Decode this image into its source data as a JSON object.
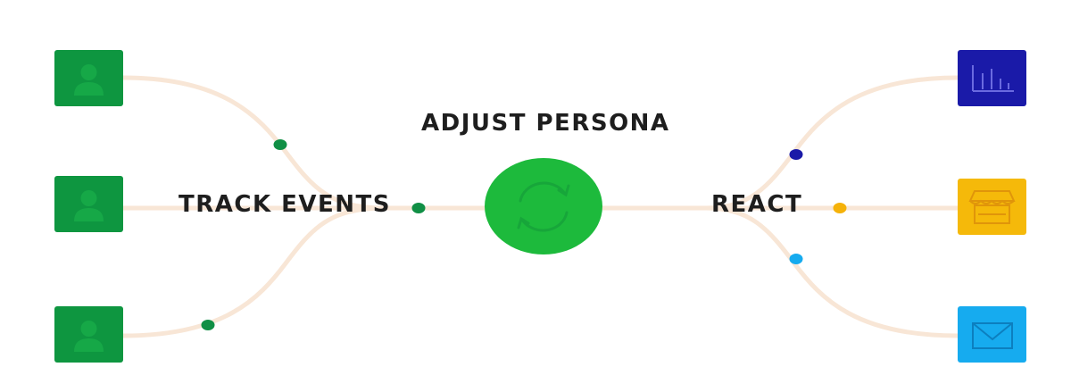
{
  "labels": {
    "track_events": "TRACK EVENTS",
    "adjust_persona": "ADJUST PERSONA",
    "react": "REACT"
  },
  "inputs": [
    {
      "icon": "user-icon",
      "color": "#0e9640"
    },
    {
      "icon": "user-icon",
      "color": "#0e9640"
    },
    {
      "icon": "user-icon",
      "color": "#0e9640"
    }
  ],
  "center": {
    "icon": "refresh-icon",
    "color": "#1dba3c"
  },
  "outputs": [
    {
      "icon": "bar-chart-icon",
      "color": "#1a1aa8"
    },
    {
      "icon": "store-icon",
      "color": "#f5b90a"
    },
    {
      "icon": "mail-icon",
      "color": "#16abef"
    }
  ],
  "connector_color": "#f8e6d6",
  "dot_colors": {
    "track": "#108f45",
    "react_top": "#1a1aa8",
    "react_middle": "#f5b20a",
    "react_bottom": "#16abef"
  }
}
